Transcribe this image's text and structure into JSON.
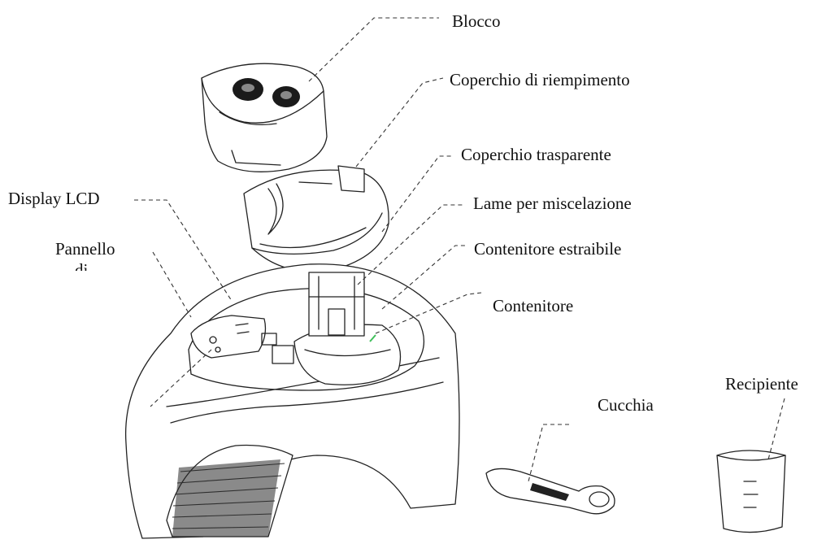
{
  "labels": {
    "blocco": "Blocco",
    "coperchio_riempimento": "Coperchio di riempimento",
    "coperchio_trasparente": "Coperchio trasparente",
    "display_lcd": "Display LCD",
    "lame_miscelazione": "Lame per miscelazione",
    "pannello": "Pannello",
    "pannello_cut": "di",
    "contenitore_estraibile": "Contenitore estraibile",
    "contenitore": "Contenitore",
    "cucchia": "Cucchia",
    "recipiente": "Recipiente"
  },
  "colors": {
    "line": "#222222",
    "accent_green": "#3fbf5a"
  }
}
